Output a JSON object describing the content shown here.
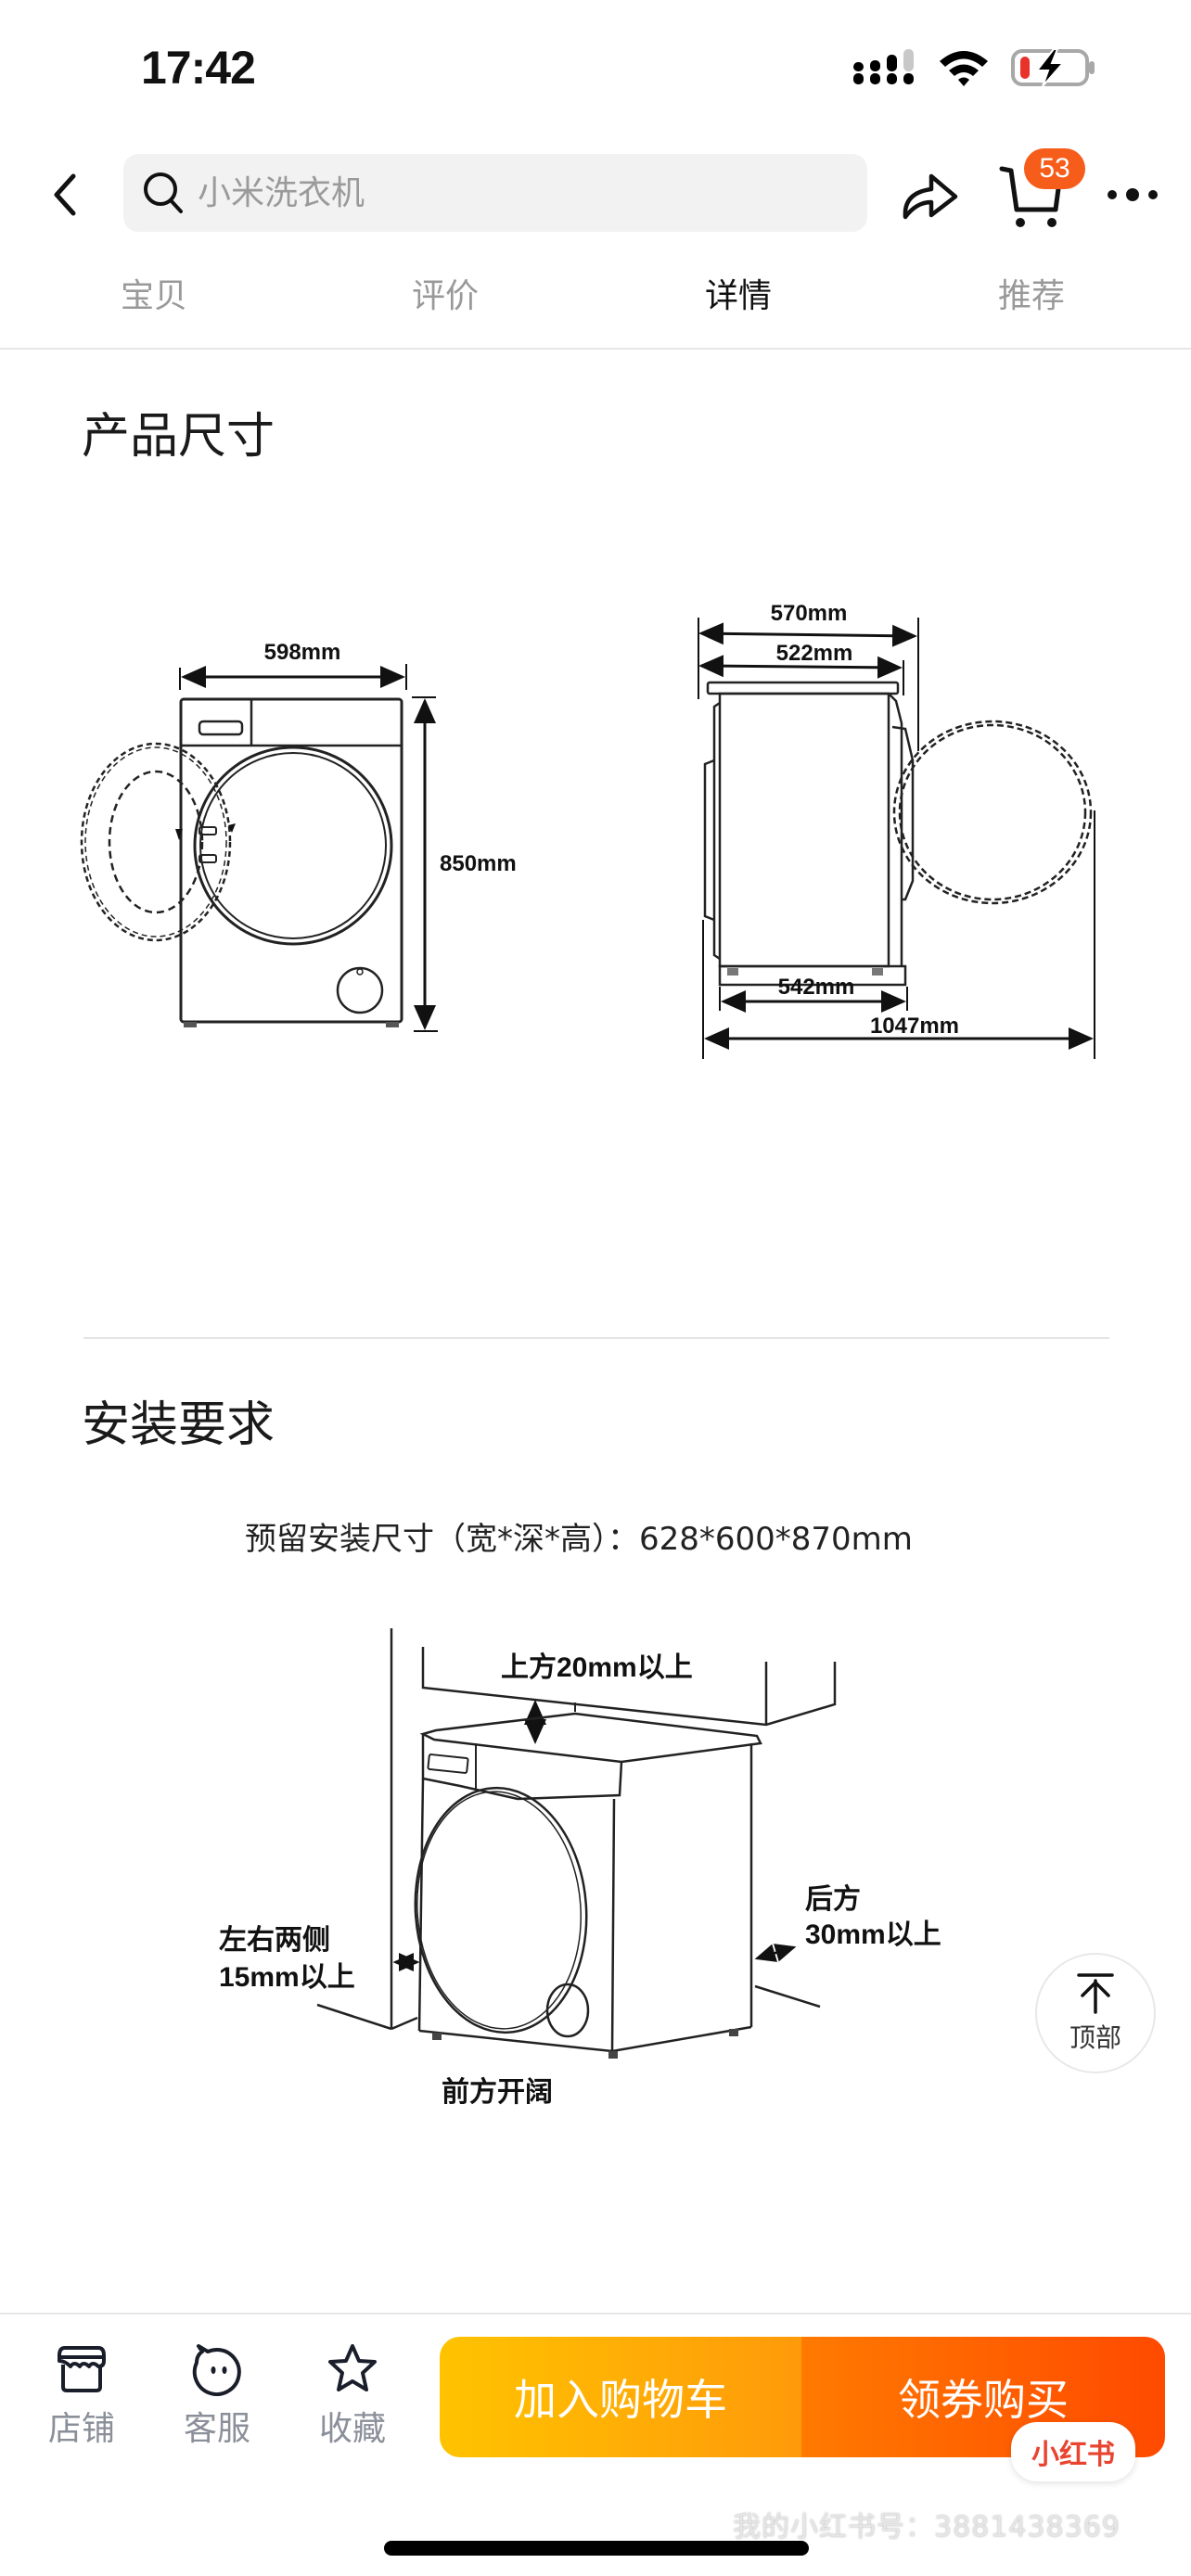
{
  "status_bar": {
    "time": "17:42",
    "icons": [
      "cellular-signal-icon",
      "wifi-icon",
      "battery-charging-icon"
    ],
    "battery_color": "#e8322a"
  },
  "nav": {
    "search_placeholder": "小米洗衣机",
    "cart_count": "53",
    "badge_color": "#f65c1a",
    "icons": [
      "back-chevron-icon",
      "search-icon",
      "share-icon",
      "cart-icon",
      "more-icon"
    ]
  },
  "tabs": [
    {
      "label": "宝贝",
      "active": false
    },
    {
      "label": "评价",
      "active": false
    },
    {
      "label": "详情",
      "active": true
    },
    {
      "label": "推荐",
      "active": false
    }
  ],
  "content": {
    "section1_title": "产品尺寸",
    "front_view": {
      "width_label": "598mm",
      "height_label": "850mm"
    },
    "side_view": {
      "depth_total_label": "570mm",
      "depth_body_label": "522mm",
      "base_label": "542mm",
      "door_open_label": "1047mm"
    },
    "section2_title": "安装要求",
    "install_size": "预留安装尺寸（宽*深*高）：628*600*870mm",
    "install_diagram": {
      "top_label": "上方20mm以上",
      "side_label_1": "左右两侧",
      "side_label_2": "15mm以上",
      "back_label_1": "后方",
      "back_label_2": "30mm以上",
      "front_label": "前方开阔"
    }
  },
  "back_to_top": {
    "label": "顶部"
  },
  "bottom_bar": {
    "items": [
      {
        "label": "店铺",
        "icon": "store-icon"
      },
      {
        "label": "客服",
        "icon": "customer-service-icon"
      },
      {
        "label": "收藏",
        "icon": "star-icon"
      }
    ],
    "add_to_cart": "加入购物车",
    "buy_now": "领券购买",
    "colors": {
      "cart_start": "#ffc300",
      "cart_end": "#ff9a0a",
      "buy_start": "#ff7a00",
      "buy_end": "#ff4a00"
    }
  },
  "watermark": {
    "badge": "小红书",
    "text": "我的小红书号：3881438369"
  }
}
